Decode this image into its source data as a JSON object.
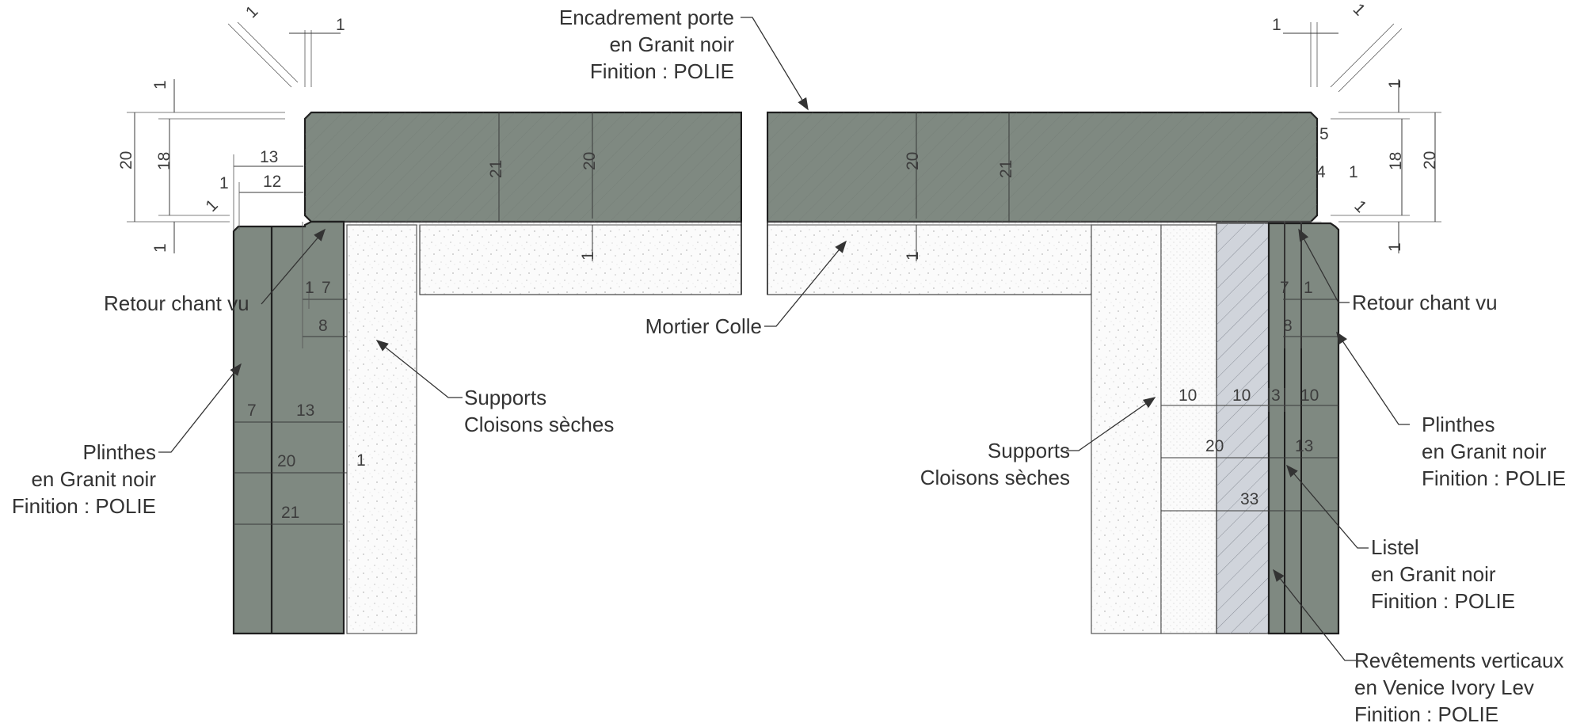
{
  "colors": {
    "granite": "#7f8981",
    "granite_edge": "#1f1f1f",
    "support": "#fbfbfb",
    "venice": "#d0d4db",
    "text": "#333333"
  },
  "labels": {
    "frame": [
      "Encadrement porte",
      "en Granit noir",
      "Finition : POLIE"
    ],
    "mortar": "Mortier Colle",
    "supports_left": [
      "Supports",
      "Cloisons sèches"
    ],
    "supports_right": [
      "Supports",
      "Cloisons sèches"
    ],
    "return_left": "Retour chant vu",
    "return_right": "Retour chant vu",
    "plinth_left": [
      "Plinthes",
      "en Granit noir",
      "Finition : POLIE"
    ],
    "plinth_right": [
      "Plinthes",
      "en Granit noir",
      "Finition : POLIE"
    ],
    "listel": [
      "Listel",
      "en Granit noir",
      "Finition : POLIE"
    ],
    "cladding": [
      "Revêtements verticaux",
      "en Venice Ivory Lev",
      "Finition : POLIE"
    ]
  },
  "dimensions": {
    "top_left_chamfer_a": "1",
    "top_left_chamfer_b": "1",
    "left_top_gap": "1",
    "left_h20": "20",
    "left_h18": "18",
    "left_13": "13",
    "left_12": "12",
    "left_1a": "1",
    "left_1b": "1",
    "left_bottom_gap": "1",
    "frame_21_left": "21",
    "frame_20_left": "20",
    "frame_20_right": "20",
    "frame_21_right": "21",
    "mortar_1_left": "1",
    "mortar_1_right": "1",
    "plinth_1_left": "1",
    "plinth_7_left": "7",
    "plinth_8_left": "8",
    "plinth_7b_left": "7",
    "plinth_13_left": "13",
    "plinth_20_left": "20",
    "plinth_1c_left": "1",
    "plinth_21_left": "21",
    "top_right_1": "1",
    "right_chamfer_1": "1",
    "right_gap_1": "1",
    "right_5": "5",
    "right_18": "18",
    "right_20": "20",
    "right_4": "4",
    "right_1": "1",
    "right_1b": "1",
    "right_1c": "1",
    "right_7": "7",
    "right_1d": "1",
    "right_8": "8",
    "r_10a": "10",
    "r_10b": "10",
    "r_3": "3",
    "r_10c": "10",
    "r_20": "20",
    "r_13": "13",
    "r_33": "33"
  }
}
